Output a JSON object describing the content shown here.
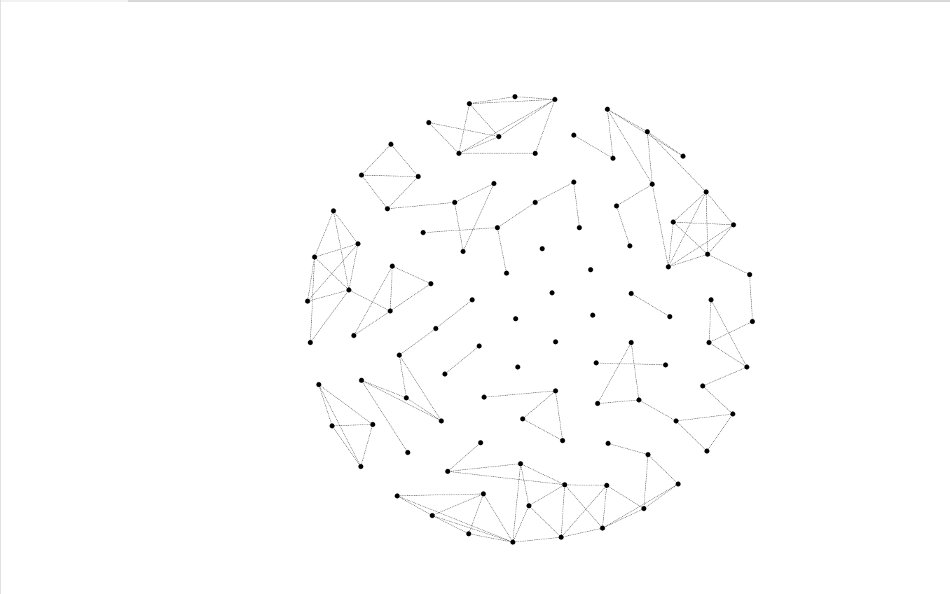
{
  "loading": {
    "progress_fraction": 0.134
  },
  "graph": {
    "node_count": 99,
    "edge_style": "thin-dotted",
    "node_color": "#000000",
    "edge_color": "#555555"
  }
}
